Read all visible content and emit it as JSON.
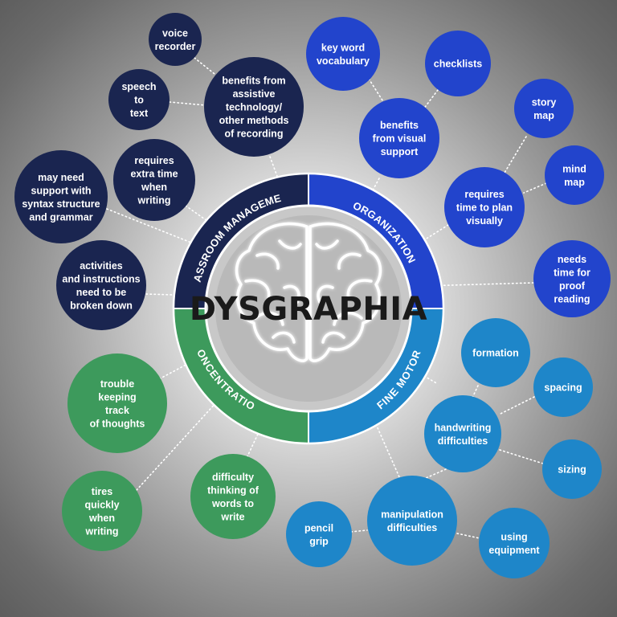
{
  "title": "DYSGRAPHIA",
  "colors": {
    "classroom_management": "#1a2550",
    "organization": "#2244cc",
    "fine_motor": "#1e86c9",
    "concentration": "#3d9a5c",
    "center_circle": "#c8c8c8"
  },
  "center_icon": "brain-icon",
  "sections": [
    {
      "key": "classroom_management",
      "label": "CLASSROOM MANAGEMENT",
      "nodes": [
        "voice recorder",
        "speech to text",
        "benefits from assistive technology/ other methods of recording",
        "requires extra time when writing",
        "may need support with syntax structure and grammar",
        "activities and instructions need to be broken down"
      ]
    },
    {
      "key": "organization",
      "label": "ORGANIZATION",
      "nodes": [
        "key word vocabulary",
        "checklists",
        "benefits from visual support",
        "story map",
        "mind map",
        "requires time to plan visually",
        "needs time for proof reading"
      ]
    },
    {
      "key": "fine_motor",
      "label": "FINE MOTOR",
      "nodes": [
        "formation",
        "spacing",
        "handwriting difficulties",
        "sizing",
        "manipulation difficulties",
        "pencil grip",
        "using equipment"
      ]
    },
    {
      "key": "concentration",
      "label": "CONCENTRATION",
      "nodes": [
        "trouble keeping track of thoughts",
        "tires quickly when writing",
        "difficulty thinking of words to write"
      ]
    }
  ]
}
